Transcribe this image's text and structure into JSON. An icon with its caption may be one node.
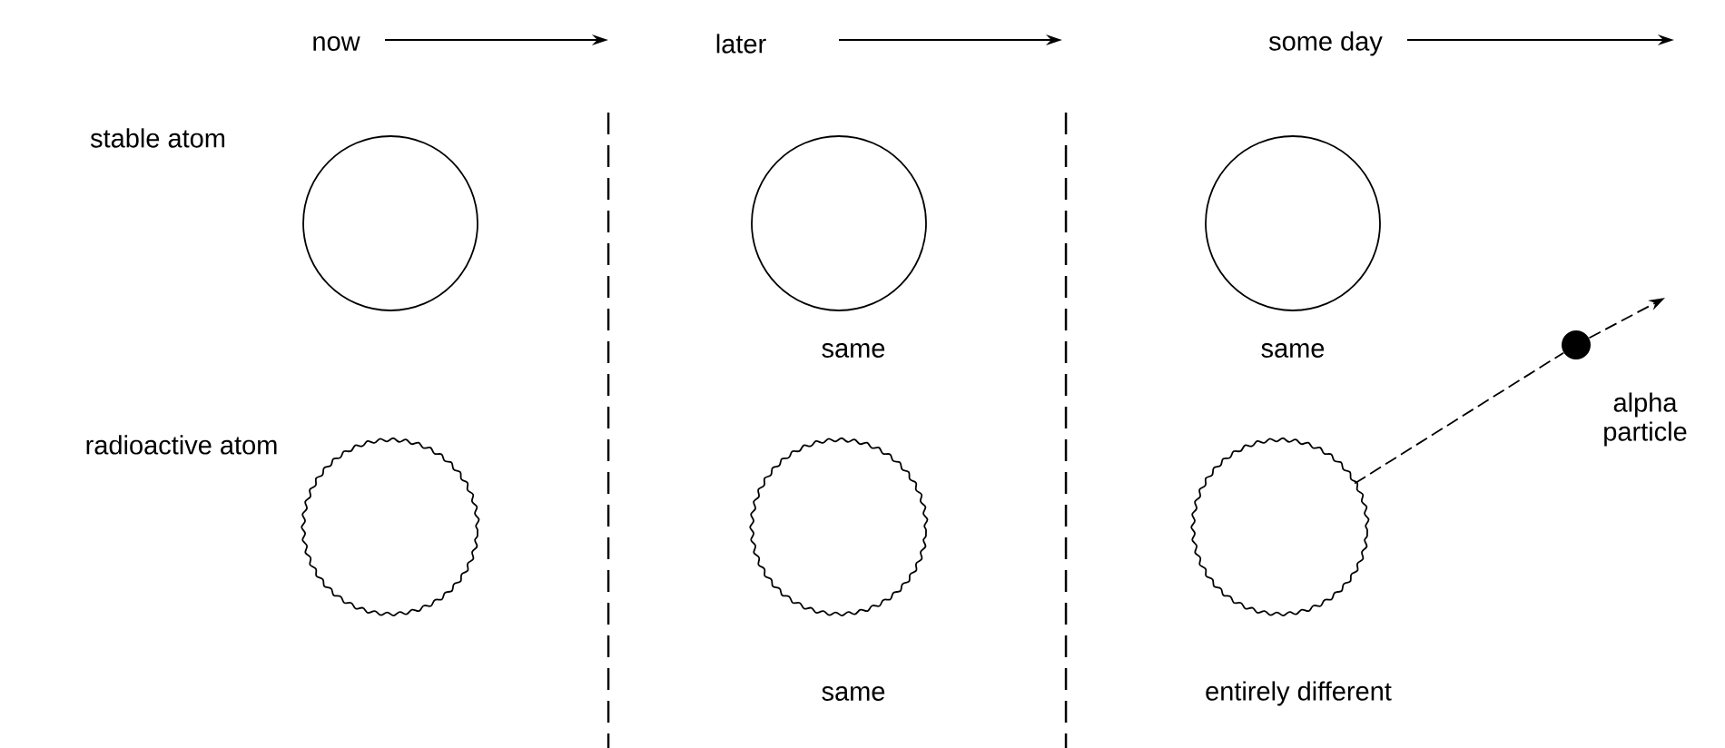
{
  "diagram": {
    "nodes": [
      {
        "text": [],
        "shape": "circle"
      },
      {
        "text": [],
        "shape": "circle",
        "beside": [
          "same"
        ]
      },
      {
        "text": [],
        "shape": "circle",
        "beside": [
          "same"
        ]
      },
      {
        "text": [],
        "shape": "circle"
      },
      {
        "text": [],
        "shape": "circle",
        "beside": [
          "same"
        ]
      },
      {
        "text": [],
        "shape": "circle",
        "beside": [
          "entirely different"
        ]
      },
      {
        "text": [],
        "shape": "dot",
        "beside": [
          "alpha particle"
        ]
      }
    ],
    "edges": [
      {
        "from": 5,
        "to": 6,
        "arrow": "none",
        "style": "dashed"
      },
      {
        "from": 6,
        "to": null,
        "arrow": "to",
        "style": "dashed"
      }
    ],
    "labels": [
      "now",
      "later",
      "some day",
      "stable atom",
      "radioactive atom"
    ]
  }
}
